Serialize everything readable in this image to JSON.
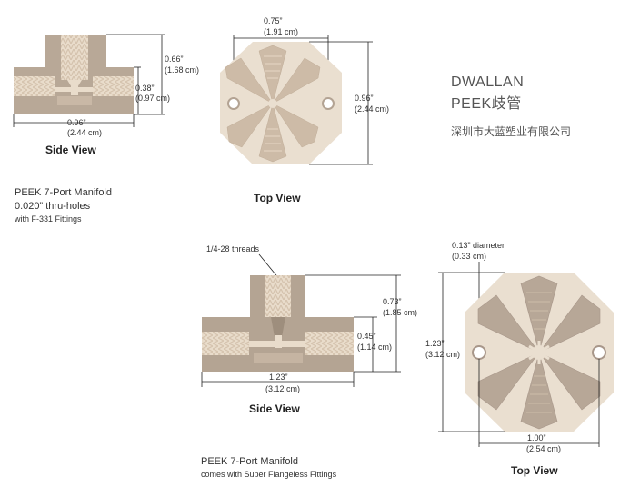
{
  "brand": {
    "name": "DWALLAN",
    "product": "PEEK歧管",
    "company": "深圳市大蓝塑业有限公司"
  },
  "small_manifold": {
    "side_view": {
      "label": "Side View",
      "height": "0.66”",
      "height_metric": "(1.68 cm)",
      "body_height": "0.38”",
      "body_height_metric": "(0.97 cm)",
      "width": "0.96”",
      "width_metric": "(2.44 cm)"
    },
    "top_view": {
      "label": "Top View",
      "bolt_spacing": "0.75”",
      "bolt_spacing_metric": "(1.91 cm)",
      "diameter": "0.96”",
      "diameter_metric": "(2.44 cm)"
    },
    "caption": {
      "line1": "PEEK 7-Port Manifold",
      "line2": "0.020” thru-holes",
      "line3": "with F-331 Fittings"
    }
  },
  "large_manifold": {
    "side_view": {
      "label": "Side View",
      "thread_callout": "1/4-28 threads",
      "height": "0.73”",
      "height_metric": "(1.85 cm)",
      "body_height": "0.45”",
      "body_height_metric": "(1.14 cm)",
      "width": "1.23”",
      "width_metric": "(3.12 cm)"
    },
    "top_view": {
      "label": "Top View",
      "hole_diameter": "0.13” diameter",
      "hole_diameter_metric": "(0.33 cm)",
      "diameter": "1.23”",
      "diameter_metric": "(3.12 cm)",
      "bolt_spacing": "1.00”",
      "bolt_spacing_metric": "(2.54 cm)"
    },
    "caption": {
      "line1": "PEEK 7-Port Manifold",
      "line2": "comes with Super Flangeless Fittings"
    }
  },
  "colors": {
    "body_light": "#ebdfcf",
    "body_dark": "#b3a393",
    "thread_light": "#e8dac8",
    "thread_dark": "#cdbba7"
  }
}
